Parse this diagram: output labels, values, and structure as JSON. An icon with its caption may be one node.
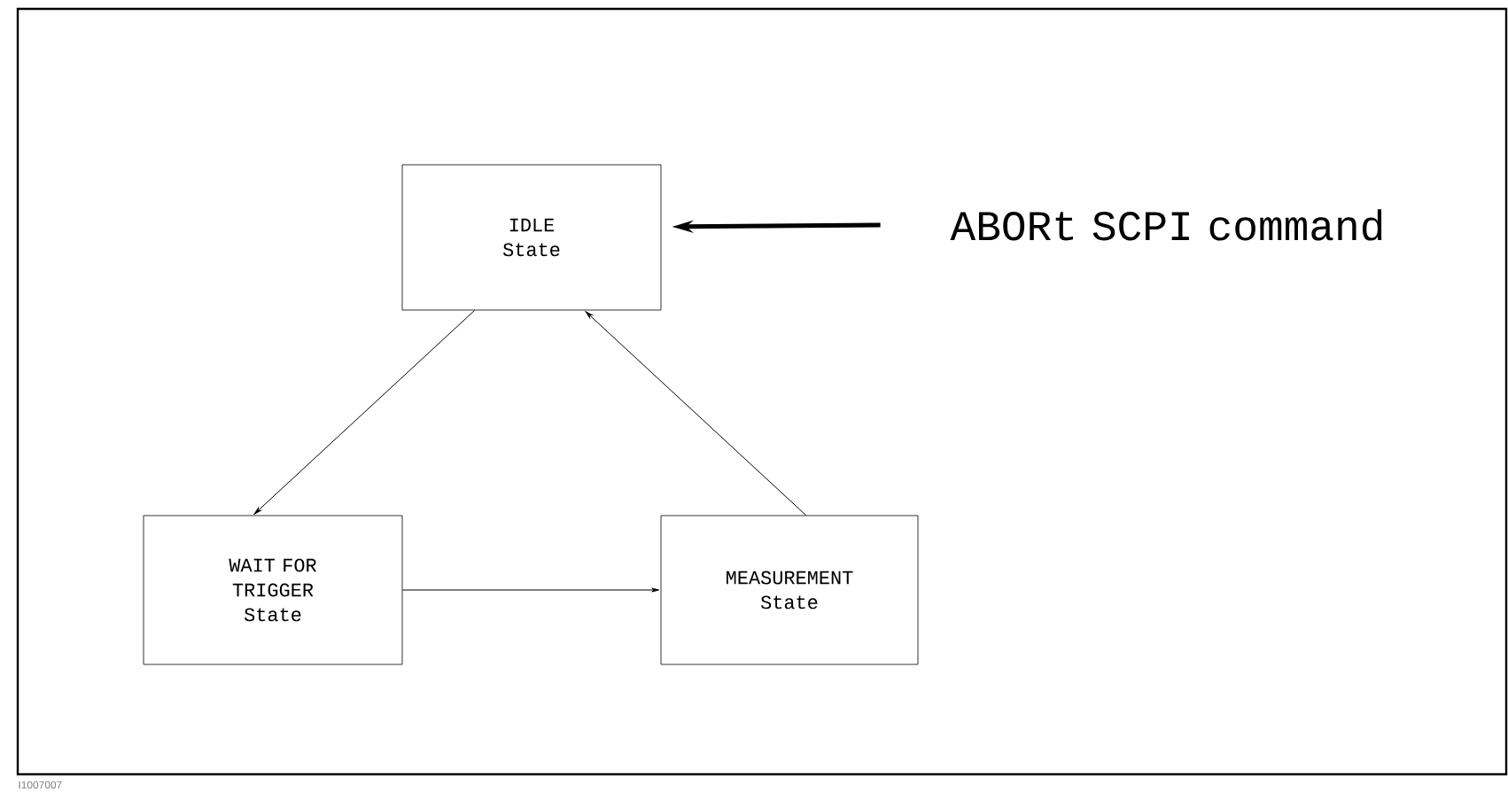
{
  "diagram": {
    "nodes": [
      {
        "text": [
          "IDLE State"
        ]
      },
      {
        "text": [
          "WAIT FOR TRIGGER State"
        ]
      },
      {
        "text": [
          "MEASUREMENT State"
        ]
      },
      {
        "text": [
          "ABORt SCPI command"
        ]
      }
    ],
    "edges": [
      {
        "from": 0,
        "to": 1,
        "arrow": "to"
      },
      {
        "from": 1,
        "to": 2,
        "arrow": "to"
      },
      {
        "from": 2,
        "to": 0,
        "arrow": "to"
      },
      {
        "from": 3,
        "to": 0,
        "arrow": "to",
        "style": "thick"
      }
    ],
    "labels": [
      "I1007007"
    ]
  }
}
